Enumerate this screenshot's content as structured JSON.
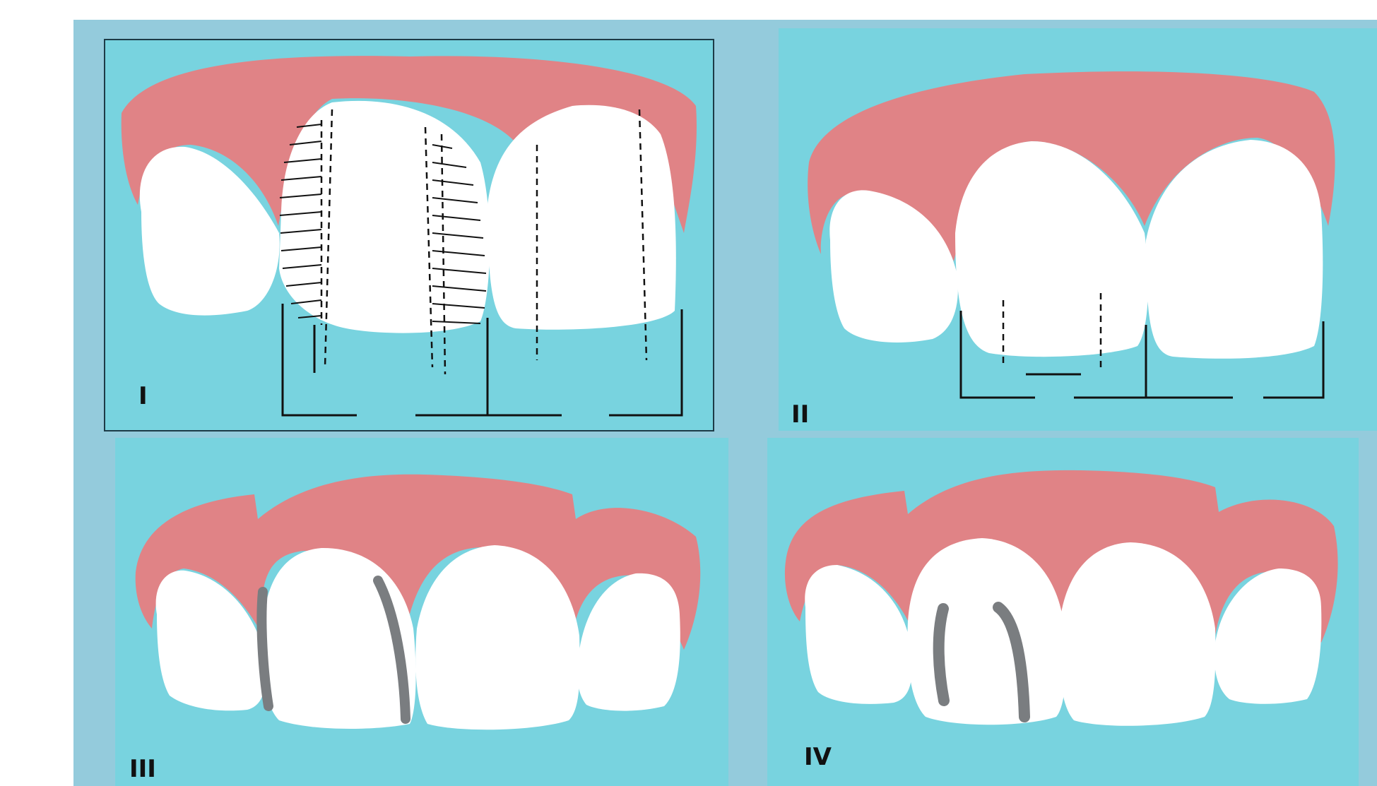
{
  "panels": [
    {
      "id": "I",
      "label": "I"
    },
    {
      "id": "II",
      "label": "II"
    },
    {
      "id": "III",
      "label": "III"
    },
    {
      "id": "IV",
      "label": "IV"
    }
  ],
  "colors": {
    "background": "#94cbdc",
    "panel": "#78d3df",
    "gum": "#e08386",
    "gum_edge": "#c89aa9",
    "tooth": "#ffffff",
    "marker_gray": "#7a7d80",
    "line": "#111111"
  }
}
